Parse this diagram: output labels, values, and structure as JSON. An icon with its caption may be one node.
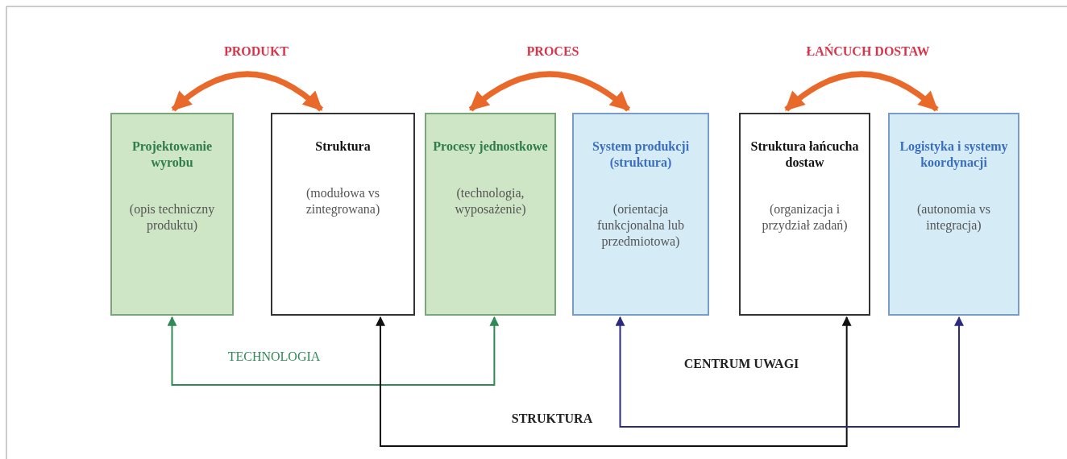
{
  "diagram": {
    "nodes": [
      {
        "text": [
          "Projektowanie wyrobu",
          "(opis techniczny produktu)"
        ]
      },
      {
        "text": [
          "Struktura",
          "(modułowa vs zintegrowana)"
        ]
      },
      {
        "text": [
          "Procesy jednostkowe",
          "(technologia, wyposażenie)"
        ]
      },
      {
        "text": [
          "System produkcji (struktura)",
          "(orientacja funkcjonalna lub przedmiotowa)"
        ]
      },
      {
        "text": [
          "Struktura łańcucha dostaw",
          "(organizacja i przydział zadań)"
        ]
      },
      {
        "text": [
          "Logistyka i systemy koordynacji",
          "(autonomia vs integracja)"
        ]
      }
    ],
    "edges": [
      {
        "from": 0,
        "to": 1,
        "arrow": "both",
        "label": "PRODUKT",
        "style": "thick",
        "color": "#e8692a"
      },
      {
        "from": 2,
        "to": 3,
        "arrow": "both",
        "label": "PROCES",
        "style": "thick",
        "color": "#e8692a"
      },
      {
        "from": 4,
        "to": 5,
        "arrow": "both",
        "label": "ŁAŃCUCH DOSTAW",
        "style": "thick",
        "color": "#e8692a"
      },
      {
        "from": 0,
        "to": 2,
        "arrow": "both",
        "label": "TECHNOLOGIA",
        "color": "#2f8a55"
      },
      {
        "from": 1,
        "to": 4,
        "arrow": "both",
        "label": "STRUKTURA",
        "color": "#111111"
      },
      {
        "from": 3,
        "to": 5,
        "arrow": "both",
        "label": "CENTRUM UWAGI",
        "color": "#2c2a80"
      }
    ]
  }
}
